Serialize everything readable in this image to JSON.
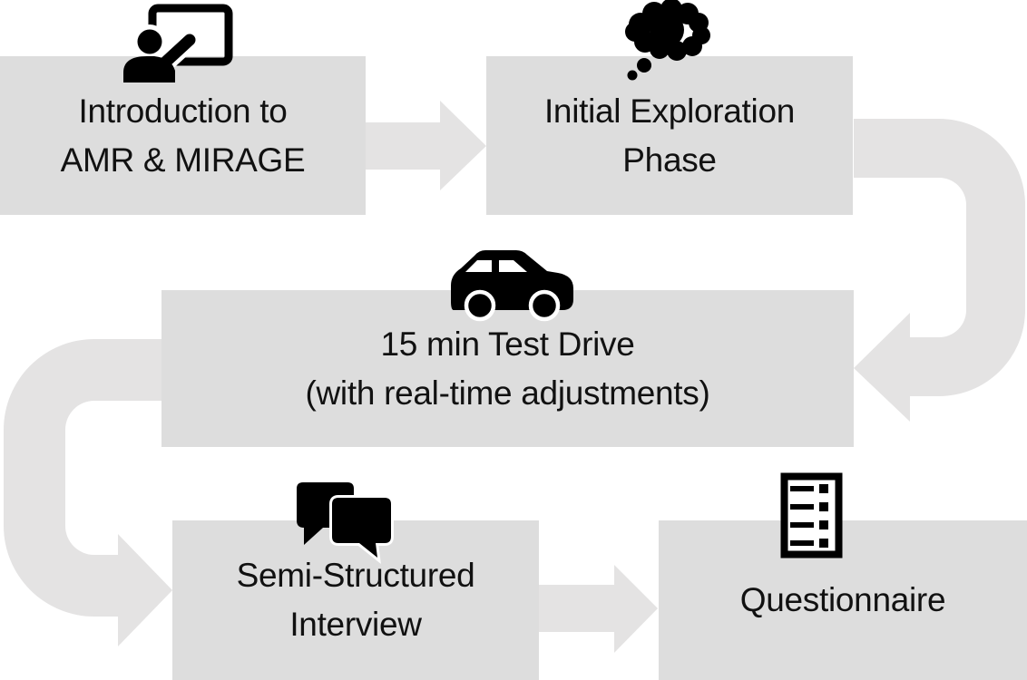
{
  "flow": {
    "title_visible": false,
    "steps": [
      {
        "id": "introduction",
        "line1": "Introduction to",
        "line2": "AMR & MIRAGE",
        "icon": "presenter-whiteboard-icon"
      },
      {
        "id": "initial-exploration",
        "line1": "Initial Exploration",
        "line2": "Phase",
        "icon": "thought-cloud-icon"
      },
      {
        "id": "test-drive",
        "line1": "15 min Test Drive",
        "line2": "(with real-time adjustments)",
        "icon": "car-icon"
      },
      {
        "id": "interview",
        "line1": "Semi-Structured",
        "line2": "Interview",
        "icon": "chat-bubbles-icon"
      },
      {
        "id": "questionnaire",
        "line1": "Questionnaire",
        "line2": "",
        "icon": "questionnaire-form-icon"
      }
    ],
    "connections": [
      {
        "from": "introduction",
        "to": "initial-exploration",
        "shape": "straight-right-arrow"
      },
      {
        "from": "initial-exploration",
        "to": "test-drive",
        "shape": "u-turn-right-arrow"
      },
      {
        "from": "test-drive",
        "to": "interview",
        "shape": "u-turn-left-arrow"
      },
      {
        "from": "interview",
        "to": "questionnaire",
        "shape": "straight-right-arrow"
      }
    ],
    "colors": {
      "background": "#ffffff",
      "box": "#dddddd",
      "arrow": "#e4e3e3",
      "icon": "#000000",
      "text": "#111111"
    }
  }
}
